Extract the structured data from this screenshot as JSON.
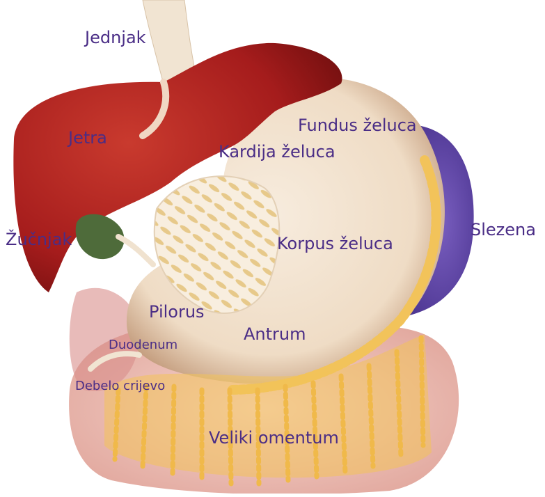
{
  "labels": {
    "esophagus": "Jednjak",
    "liver": "Jetra",
    "gallbladder": "Žučnjak",
    "fundus": "Fundus želuca",
    "cardia": "Kardija želuca",
    "body": "Korpus želuca",
    "spleen": "Slezena",
    "pylorus": "Pilorus",
    "antrum": "Antrum",
    "duodenum": "Duodenum",
    "colon": "Debelo crijevo",
    "omentum": "Veliki omentum"
  },
  "colors": {
    "label_text": "#4a2d86",
    "liver": "#a51c1c",
    "liver_dark": "#7a1111",
    "stomach": "#f2e3cf",
    "stomach_shade": "#c9a787",
    "spleen": "#6b4fb0",
    "gallbladder": "#4e6b3a",
    "omentum_fat": "#f2c35a",
    "colon": "#ecc0b8",
    "esophagus": "#f1e4d2"
  }
}
